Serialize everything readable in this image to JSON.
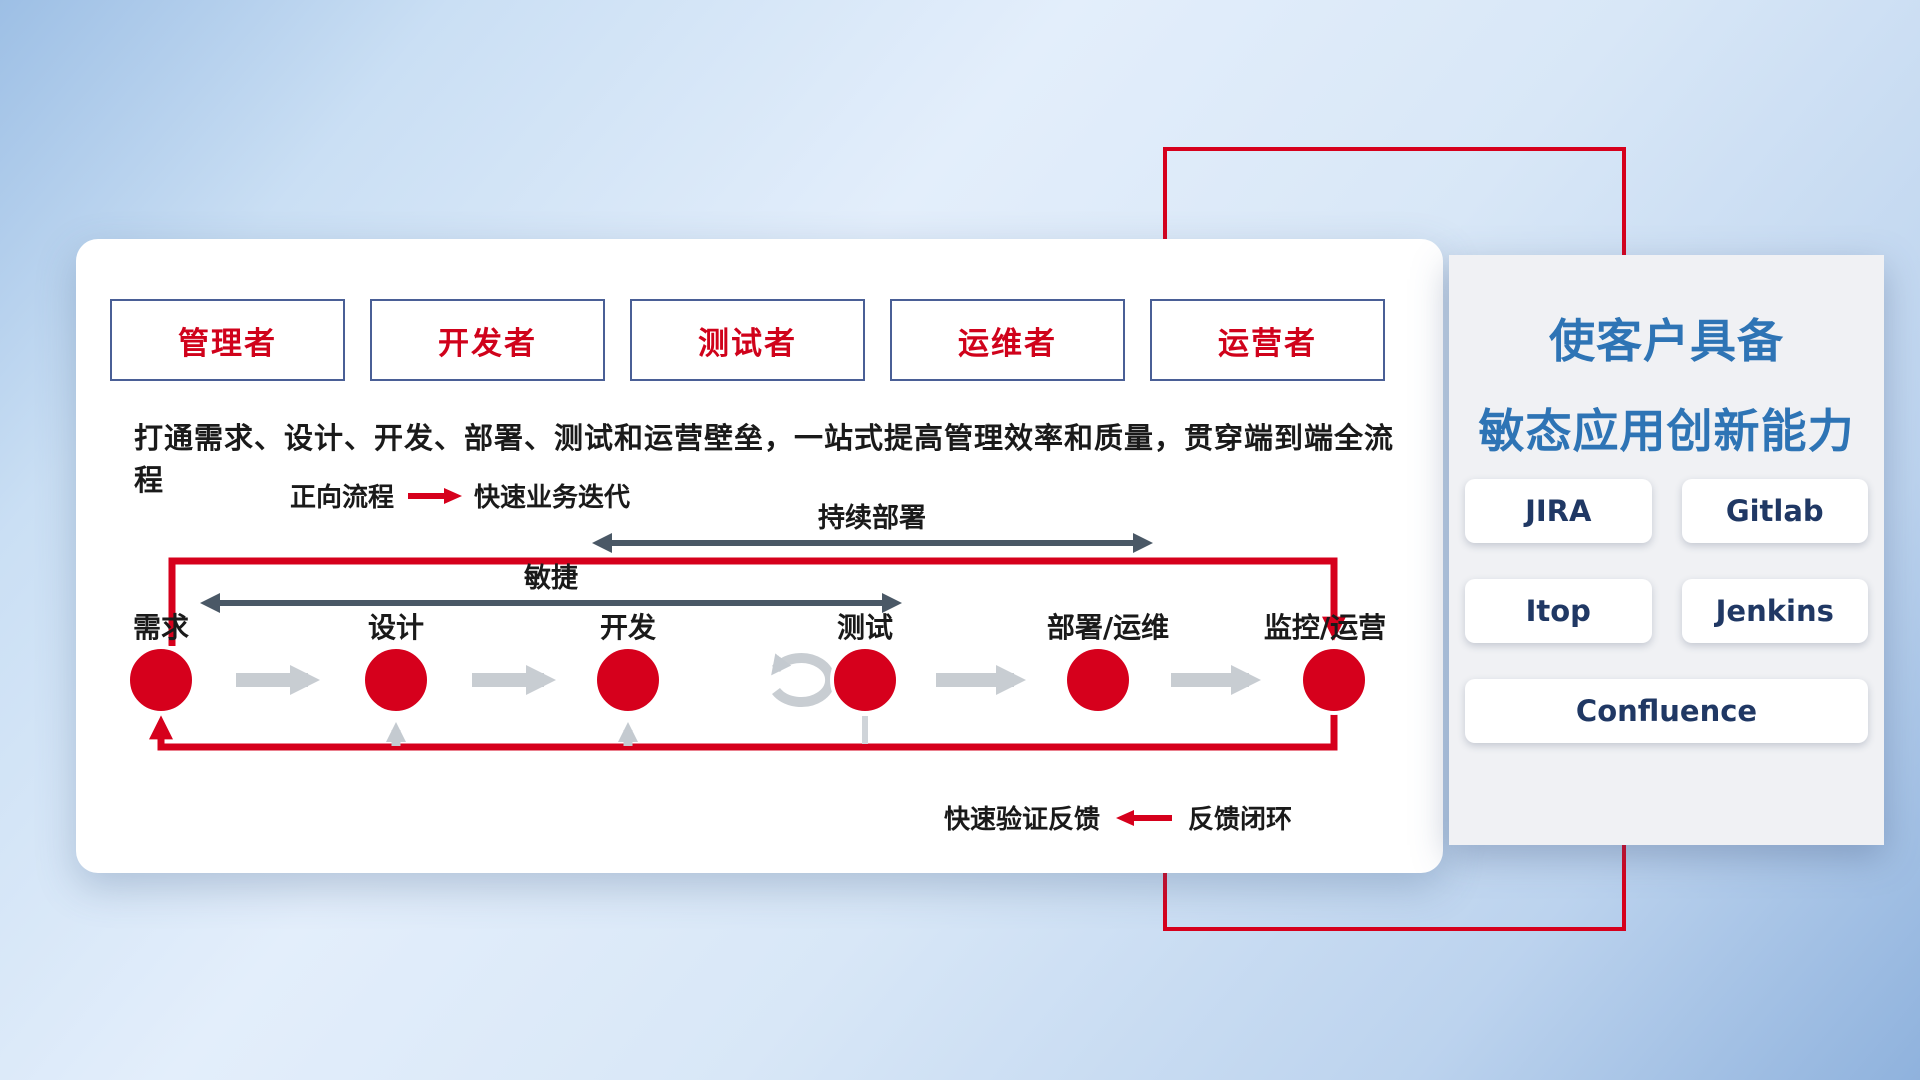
{
  "roles": [
    "管理者",
    "开发者",
    "测试者",
    "运维者",
    "运营者"
  ],
  "description": "打通需求、设计、开发、部署、测试和运营壁垒，一站式提高管理效率和质量，贯穿端到端全流程",
  "forward_legend": {
    "label": "正向流程",
    "value": "快速业务迭代"
  },
  "flow": {
    "cd_label": "持续部署",
    "agile_label": "敏捷",
    "stages": [
      "需求",
      "设计",
      "开发",
      "测试",
      "部署/运维",
      "监控/运营"
    ]
  },
  "feedback_legend": {
    "label": "快速验证反馈",
    "value": "反馈闭环"
  },
  "right_panel": {
    "title_line1": "使客户具备",
    "title_line2": "敏态应用创新能力",
    "tools": [
      "JIRA",
      "Gitlab",
      "Itop",
      "Jenkins",
      "Confluence"
    ]
  },
  "colors": {
    "accent_red": "#d6001c",
    "title_blue": "#2e74b5",
    "tool_text": "#203864"
  }
}
